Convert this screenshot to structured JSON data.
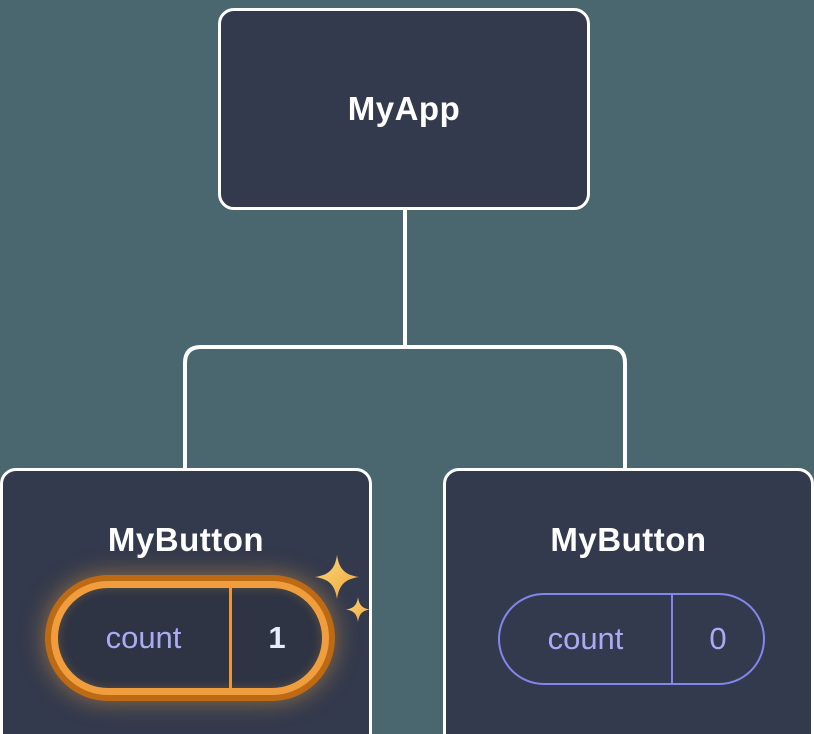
{
  "diagram": {
    "type": "component-tree",
    "root": {
      "label": "MyApp"
    },
    "children": [
      {
        "label": "MyButton",
        "state": {
          "key": "count",
          "value": "1"
        },
        "highlighted": true,
        "icon": "sparkles-icon"
      },
      {
        "label": "MyButton",
        "state": {
          "key": "count",
          "value": "0"
        },
        "highlighted": false
      }
    ],
    "colors": {
      "background": "#4a666e",
      "node_fill": "#333a4d",
      "node_border": "#ffffff",
      "connector": "#ffffff",
      "title_text": "#ffffff",
      "state_text": "#a9abf6",
      "state_border": "#8286ee",
      "highlight_border": "#f09e3d",
      "highlight_border_dark": "#be6a15",
      "sparkle_gold": "#f5c25a"
    }
  }
}
